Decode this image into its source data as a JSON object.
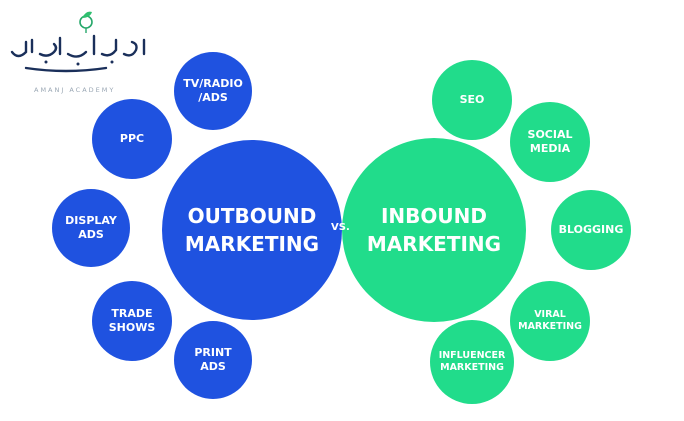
{
  "logo": {
    "name": "آکادمی آمانج",
    "subtitle": "AMANJ ACADEMY"
  },
  "outbound": {
    "title": "OUTBOUND\nMARKETING",
    "items": [
      "TV/RADIO\n/ADS",
      "PPC",
      "DISPLAY\nADS",
      "TRADE\nSHOWS",
      "PRINT\nADS"
    ]
  },
  "inbound": {
    "title": "INBOUND\nMARKETING",
    "items": [
      "SEO",
      "SOCIAL\nMEDIA",
      "BLOGGING",
      "VIRAL\nMARKETING",
      "INFLUENCER\nMARKETING"
    ]
  },
  "vs_label": "VS.",
  "colors": {
    "outbound": "#1f52e0",
    "inbound": "#21dc8b"
  }
}
